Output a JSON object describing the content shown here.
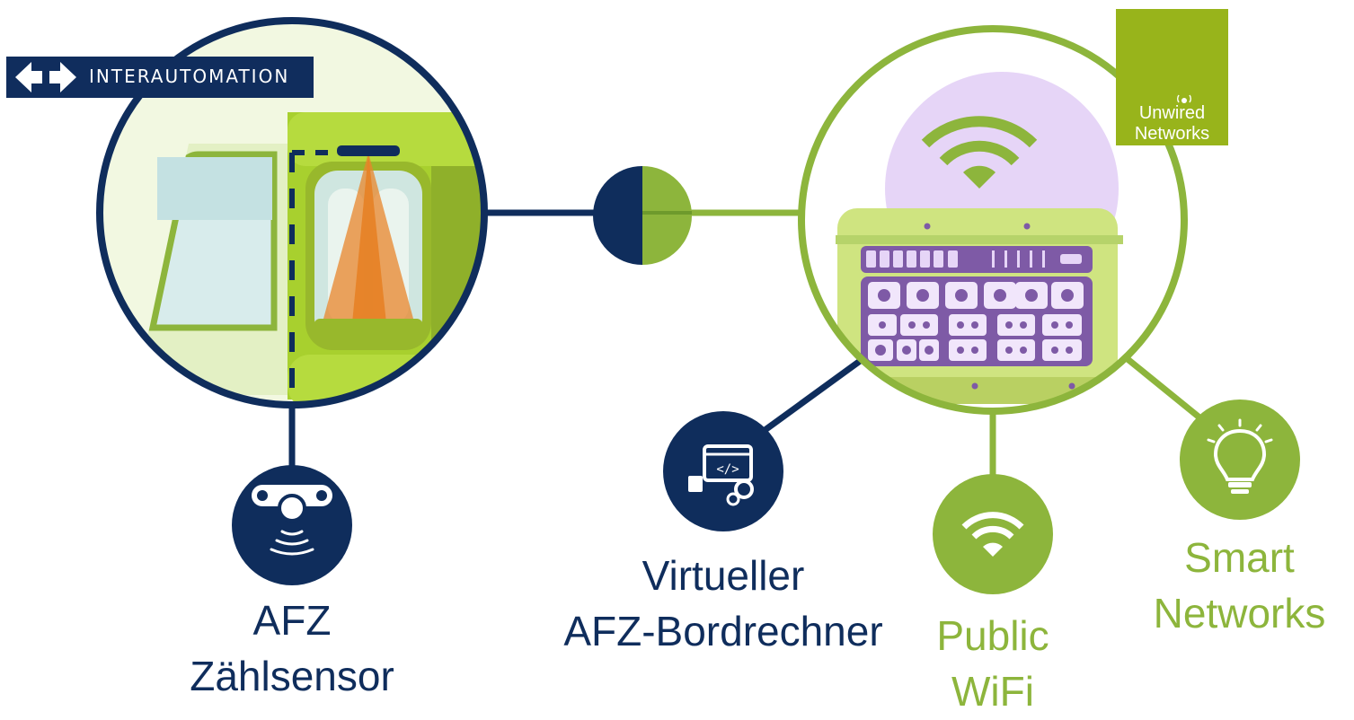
{
  "logos": {
    "interautomation": "INTERAUTOMATION",
    "unwired_line1": "Unwired",
    "unwired_line2": "Networks"
  },
  "labels": {
    "sensor_line1": "AFZ",
    "sensor_line2": "Zählsensor",
    "computer_line1": "Virtueller",
    "computer_line2": "AFZ-Bordrechner",
    "wifi_line1": "Public",
    "wifi_line2": "WiFi",
    "smart_line1": "Smart",
    "smart_line2": "Networks"
  },
  "icons": {
    "sensor": "people-counter-sensor-icon",
    "computer": "virtual-computer-code-icon",
    "wifi": "wifi-icon",
    "smart": "lightbulb-icon",
    "router": "router-device-illustration",
    "train": "train-door-sensor-illustration"
  },
  "colors": {
    "navy": "#0f2d5c",
    "green": "#8db53c",
    "lime": "#b2d838",
    "lavender": "#e6d5f7",
    "purple": "#7e5aa6",
    "orange": "#e07a1f"
  }
}
